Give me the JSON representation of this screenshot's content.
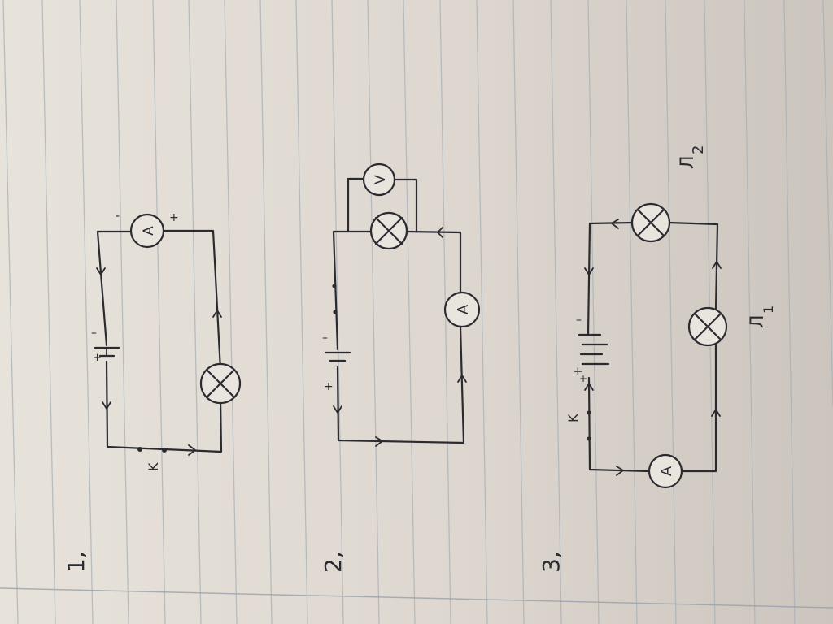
{
  "circuits": [
    {
      "number": "1,",
      "ammeter_letter": "A",
      "ammeter_minus": "-",
      "ammeter_plus": "+",
      "battery_plus": "+",
      "battery_minus": "–",
      "switch_letter": "K"
    },
    {
      "number": "2,",
      "voltmeter_letter": "V",
      "ammeter_letter": "A",
      "battery_plus": "+",
      "battery_minus": "–"
    },
    {
      "number": "3,",
      "ammeter_letter": "A",
      "battery_plus": "+",
      "battery_plus_second": "+",
      "battery_minus": "–",
      "switch_letter": "K",
      "lamp1_label": "Л",
      "lamp1_index": "1",
      "lamp2_label": "Л",
      "lamp2_index": "2"
    }
  ]
}
